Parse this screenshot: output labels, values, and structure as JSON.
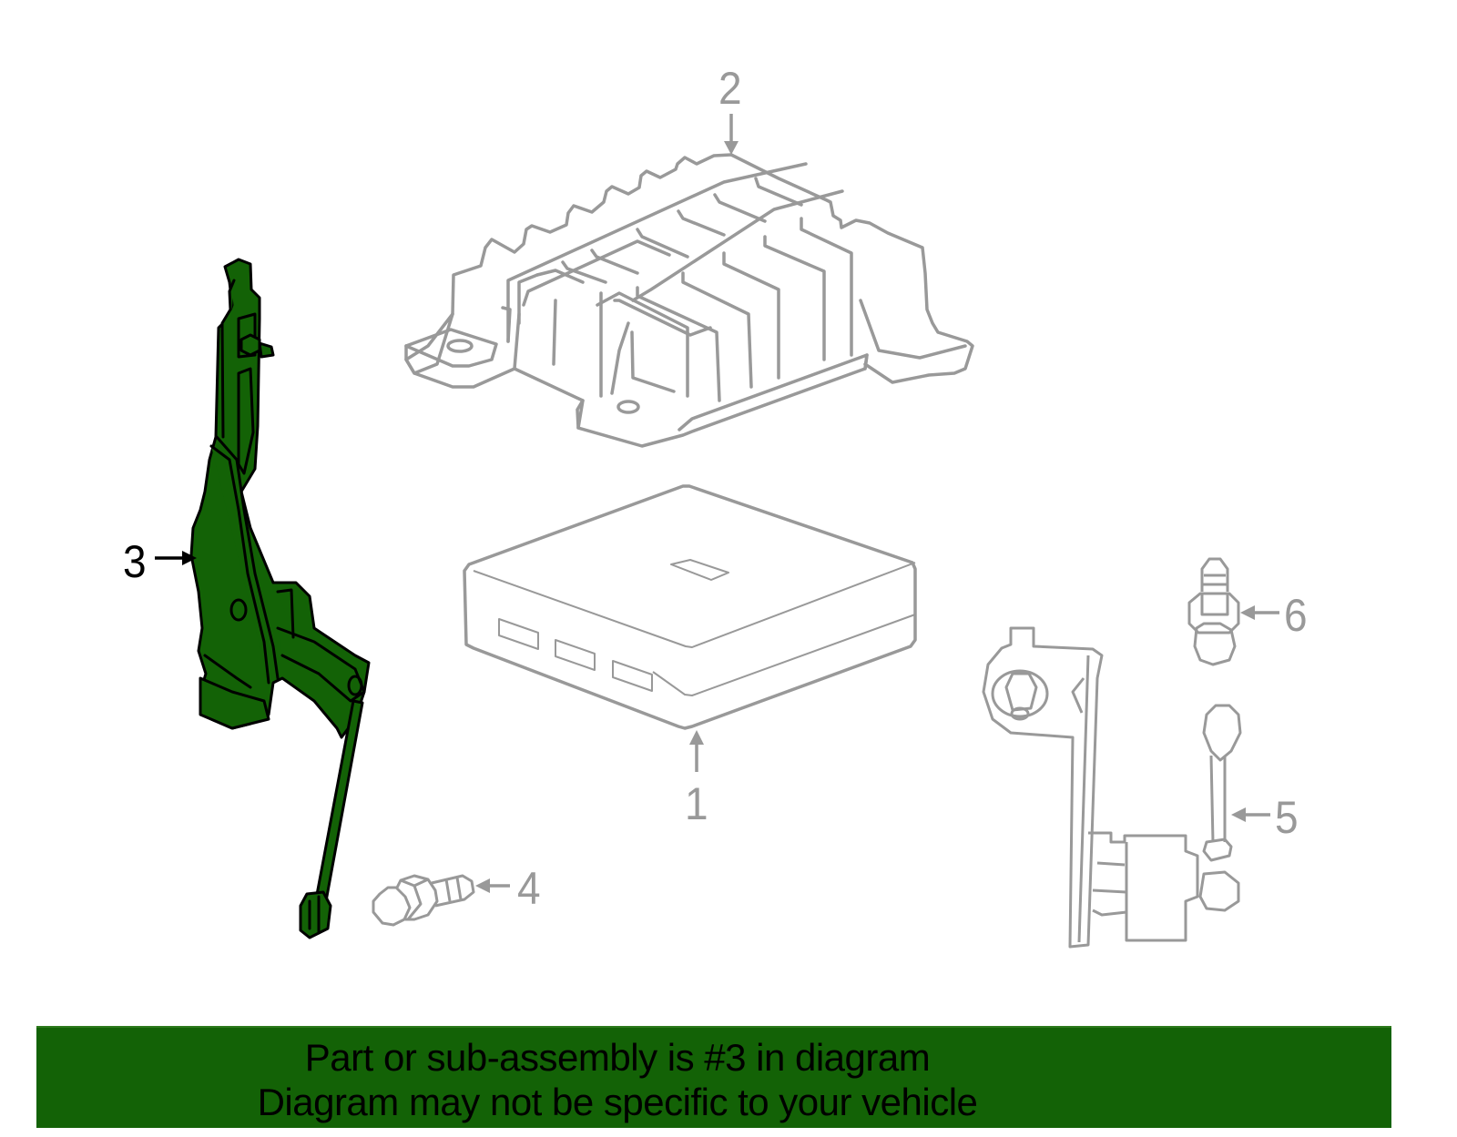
{
  "diagram": {
    "highlighted_part": "3",
    "colors": {
      "highlight_fill": "#136206",
      "highlight_stroke": "#000000",
      "part_stroke": "#999999",
      "banner_bg": "#136206",
      "banner_text": "#000000"
    },
    "callouts": [
      {
        "number": "1",
        "label": "1"
      },
      {
        "number": "2",
        "label": "2"
      },
      {
        "number": "3",
        "label": "3"
      },
      {
        "number": "4",
        "label": "4"
      },
      {
        "number": "5",
        "label": "5"
      },
      {
        "number": "6",
        "label": "6"
      }
    ]
  },
  "banner": {
    "line1": "Part or sub-assembly is #3 in diagram",
    "line2": "Diagram may not be specific to your vehicle"
  }
}
